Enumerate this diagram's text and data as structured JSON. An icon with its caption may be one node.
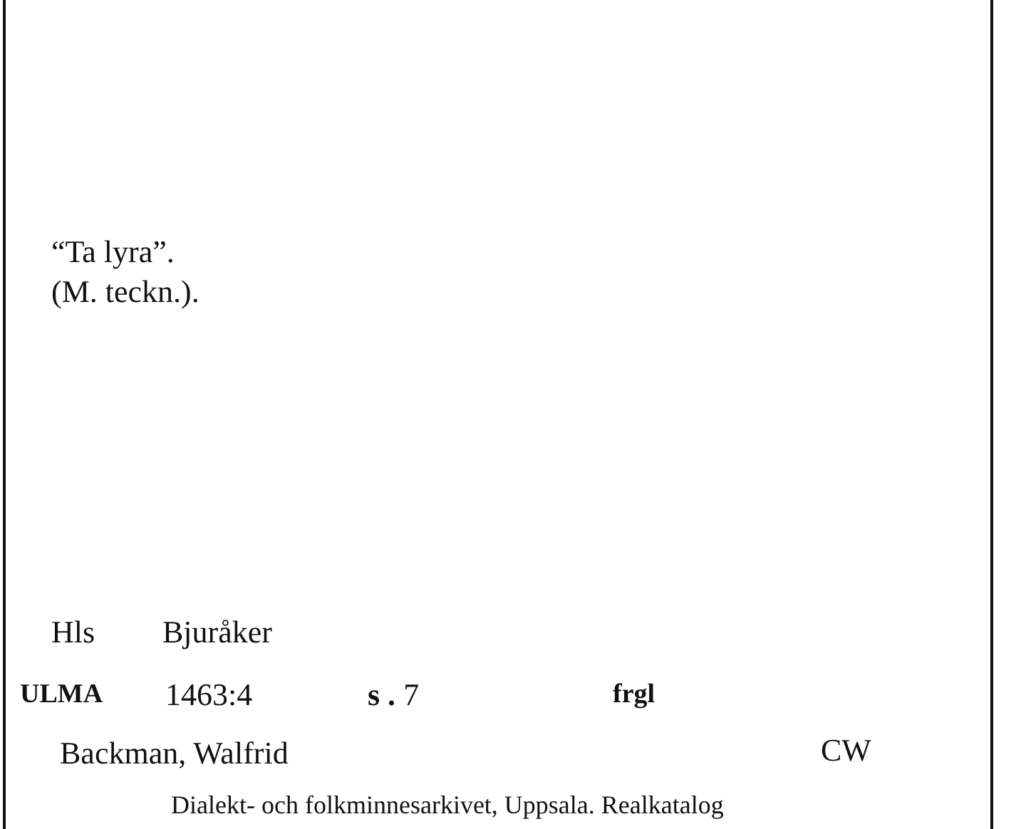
{
  "diagram": {
    "labels": [
      "“Ta lyra”.",
      "(M. teckn.).",
      "Hls",
      "Bjuråker",
      "**ULMA**",
      "1463:4",
      "**s .** 7",
      "**frgl**",
      "Backman, Walfrid",
      "CW",
      "Dialekt- och folkminnesarkivet, Uppsala. Realkatalog"
    ]
  }
}
